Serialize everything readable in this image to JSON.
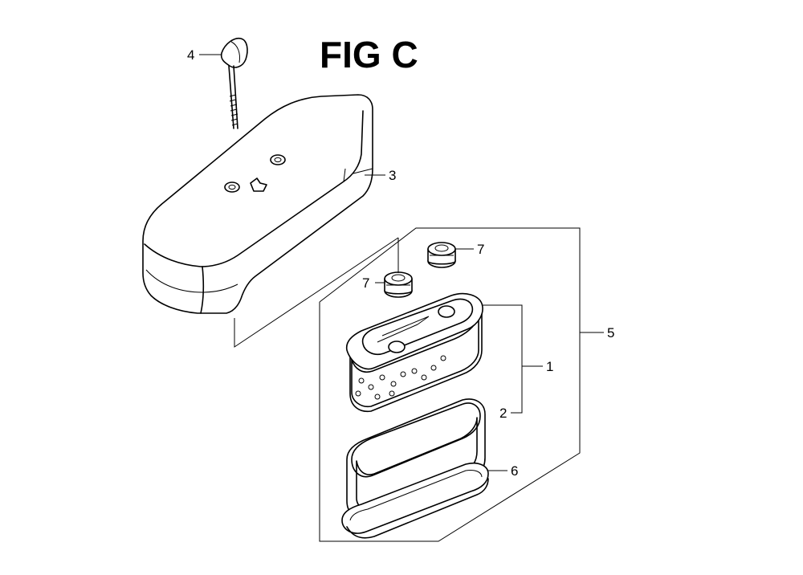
{
  "figure": {
    "title": "FIG C"
  },
  "callouts": [
    {
      "id": "c4",
      "label": "4"
    },
    {
      "id": "c3",
      "label": "3"
    },
    {
      "id": "c7a",
      "label": "7"
    },
    {
      "id": "c7b",
      "label": "7"
    },
    {
      "id": "c5",
      "label": "5"
    },
    {
      "id": "c1",
      "label": "1"
    },
    {
      "id": "c2",
      "label": "2"
    },
    {
      "id": "c6",
      "label": "6"
    }
  ]
}
